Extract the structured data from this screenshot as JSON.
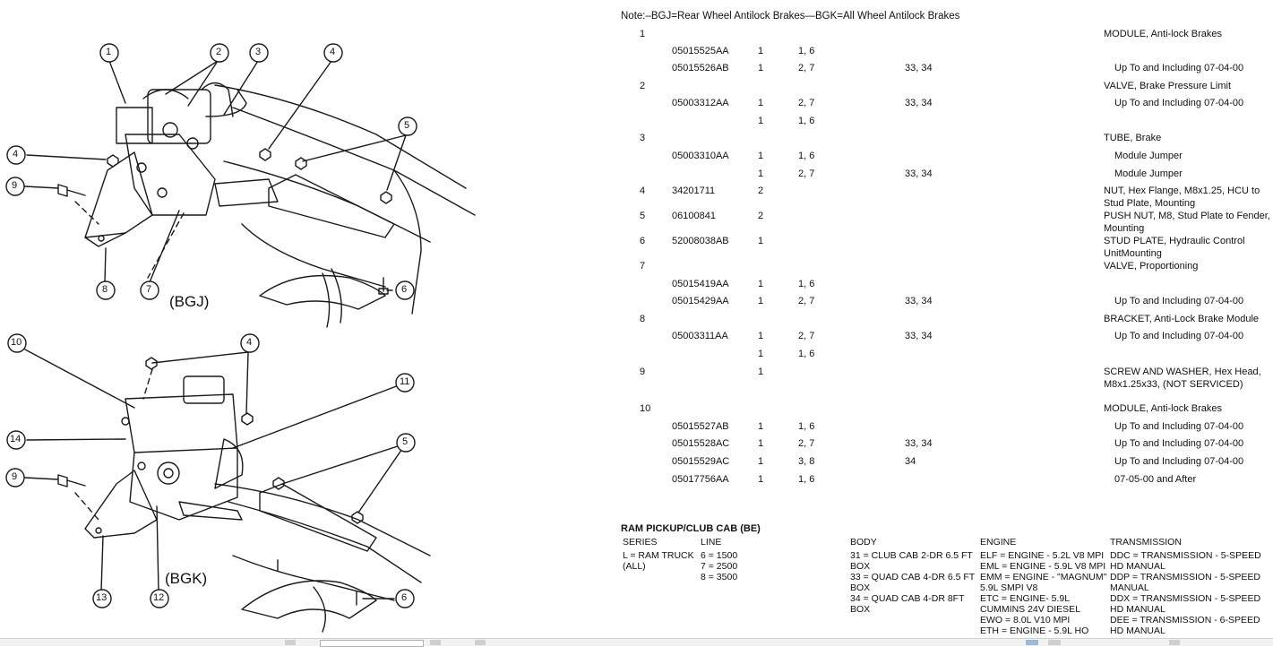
{
  "note": "Note:–BGJ=Rear Wheel Antilock Brakes—BGK=All Wheel Antilock Brakes",
  "diagram": {
    "callouts_top": [
      "1",
      "2",
      "3",
      "4",
      "4",
      "9",
      "5",
      "8",
      "7",
      "6"
    ],
    "label_top": "(BGJ)",
    "callouts_bottom": [
      "10",
      "4",
      "11",
      "14",
      "5",
      "9",
      "13",
      "12",
      "6"
    ],
    "label_bottom": "(BGK)"
  },
  "rows": [
    {
      "item": "1",
      "part": "",
      "qty": "",
      "line": "",
      "body": "",
      "desc": "MODULE, Anti-lock Brakes",
      "sub": false
    },
    {
      "item": "",
      "part": "05015525AA",
      "qty": "1",
      "line": "1, 6",
      "body": "",
      "desc": "",
      "sub": true
    },
    {
      "item": "",
      "part": "05015526AB",
      "qty": "1",
      "line": "2, 7",
      "body": "33, 34",
      "desc": "Up To and Including 07-04-00",
      "sub": true
    },
    {
      "item": "2",
      "part": "",
      "qty": "",
      "line": "",
      "body": "",
      "desc": "VALVE, Brake Pressure Limit",
      "sub": false
    },
    {
      "item": "",
      "part": "05003312AA",
      "qty": "1",
      "line": "2, 7",
      "body": "33, 34",
      "desc": "Up To and Including 07-04-00",
      "sub": true
    },
    {
      "item": "",
      "part": "",
      "qty": "1",
      "line": "1, 6",
      "body": "",
      "desc": "",
      "sub": true
    },
    {
      "item": "3",
      "part": "",
      "qty": "",
      "line": "",
      "body": "",
      "desc": "TUBE, Brake",
      "sub": false
    },
    {
      "item": "",
      "part": "05003310AA",
      "qty": "1",
      "line": "1, 6",
      "body": "",
      "desc": "Module Jumper",
      "sub": true
    },
    {
      "item": "",
      "part": "",
      "qty": "1",
      "line": "2, 7",
      "body": "33, 34",
      "desc": "Module Jumper",
      "sub": true
    },
    {
      "item": "4",
      "part": "34201711",
      "qty": "2",
      "line": "",
      "body": "",
      "desc": "NUT, Hex Flange, M8x1.25, HCU to Stud Plate, Mounting",
      "sub": false
    },
    {
      "item": "5",
      "part": "06100841",
      "qty": "2",
      "line": "",
      "body": "",
      "desc": "PUSH NUT, M8, Stud Plate to Fender, Mounting",
      "sub": false
    },
    {
      "item": "6",
      "part": "52008038AB",
      "qty": "1",
      "line": "",
      "body": "",
      "desc": "STUD PLATE, Hydraulic Control UnitMounting",
      "sub": false
    },
    {
      "item": "7",
      "part": "",
      "qty": "",
      "line": "",
      "body": "",
      "desc": "VALVE, Proportioning",
      "sub": false
    },
    {
      "item": "",
      "part": "05015419AA",
      "qty": "1",
      "line": "1, 6",
      "body": "",
      "desc": "",
      "sub": true
    },
    {
      "item": "",
      "part": "05015429AA",
      "qty": "1",
      "line": "2, 7",
      "body": "33, 34",
      "desc": "Up To and Including 07-04-00",
      "sub": true
    },
    {
      "item": "8",
      "part": "",
      "qty": "",
      "line": "",
      "body": "",
      "desc": "BRACKET, Anti-Lock Brake Module",
      "sub": false
    },
    {
      "item": "",
      "part": "05003311AA",
      "qty": "1",
      "line": "2, 7",
      "body": "33, 34",
      "desc": "Up To and Including 07-04-00",
      "sub": true
    },
    {
      "item": "",
      "part": "",
      "qty": "1",
      "line": "1, 6",
      "body": "",
      "desc": "",
      "sub": true
    },
    {
      "item": "9",
      "part": "",
      "qty": "1",
      "line": "",
      "body": "",
      "desc": "SCREW AND WASHER, Hex Head, M8x1.25x33, (NOT SERVICED)",
      "sub": false
    },
    {
      "item": "10",
      "part": "",
      "qty": "",
      "line": "",
      "body": "",
      "desc": "MODULE, Anti-lock Brakes",
      "sub": false
    },
    {
      "item": "",
      "part": "05015527AB",
      "qty": "1",
      "line": "1, 6",
      "body": "",
      "desc": "Up To and Including 07-04-00",
      "sub": true
    },
    {
      "item": "",
      "part": "05015528AC",
      "qty": "1",
      "line": "2, 7",
      "body": "33, 34",
      "desc": "Up To and Including 07-04-00",
      "sub": true
    },
    {
      "item": "",
      "part": "05015529AC",
      "qty": "1",
      "line": "3, 8",
      "body": "34",
      "desc": "Up To and Including 07-04-00",
      "sub": true
    },
    {
      "item": "",
      "part": "05017756AA",
      "qty": "1",
      "line": "1, 6",
      "body": "",
      "desc": "07-05-00 and After",
      "sub": true
    }
  ],
  "footer": {
    "title": "RAM PICKUP/CLUB CAB (BE)",
    "series_header": "SERIES",
    "series": [
      "L = RAM TRUCK",
      "(ALL)"
    ],
    "line_header": "LINE",
    "lines": [
      "6 = 1500",
      "7 = 2500",
      "8 = 3500"
    ],
    "body_header": "BODY",
    "bodies": [
      "31 = CLUB CAB 2-DR 6.5 FT",
      "BOX",
      "33 = QUAD CAB 4-DR 6.5 FT",
      "BOX",
      "34 = QUAD CAB 4-DR 8FT",
      "BOX"
    ],
    "engine_header": "ENGINE",
    "engines": [
      "ELF = ENGINE - 5.2L V8 MPI",
      "EML = ENGINE - 5.9L V8 MPI",
      "EMM = ENGINE - \"MAGNUM\"",
      "5.9L SMPI V8",
      "ETC = ENGINE- 5.9L",
      "CUMMINS 24V DIESEL",
      "EWO = 8.0L V10 MPI",
      "ETH = ENGINE - 5.9L HO"
    ],
    "transmission_header": "TRANSMISSION",
    "transmissions": [
      "DDC = TRANSMISSION - 5-SPEED",
      "HD MANUAL",
      "DDP = TRANSMISSION - 5-SPEED",
      "MANUAL",
      "DDX = TRANSMISSION - 5-SPEED",
      "HD MANUAL",
      "DEE = TRANSMISSION - 6-SPEED",
      "HD MANUAL"
    ]
  }
}
